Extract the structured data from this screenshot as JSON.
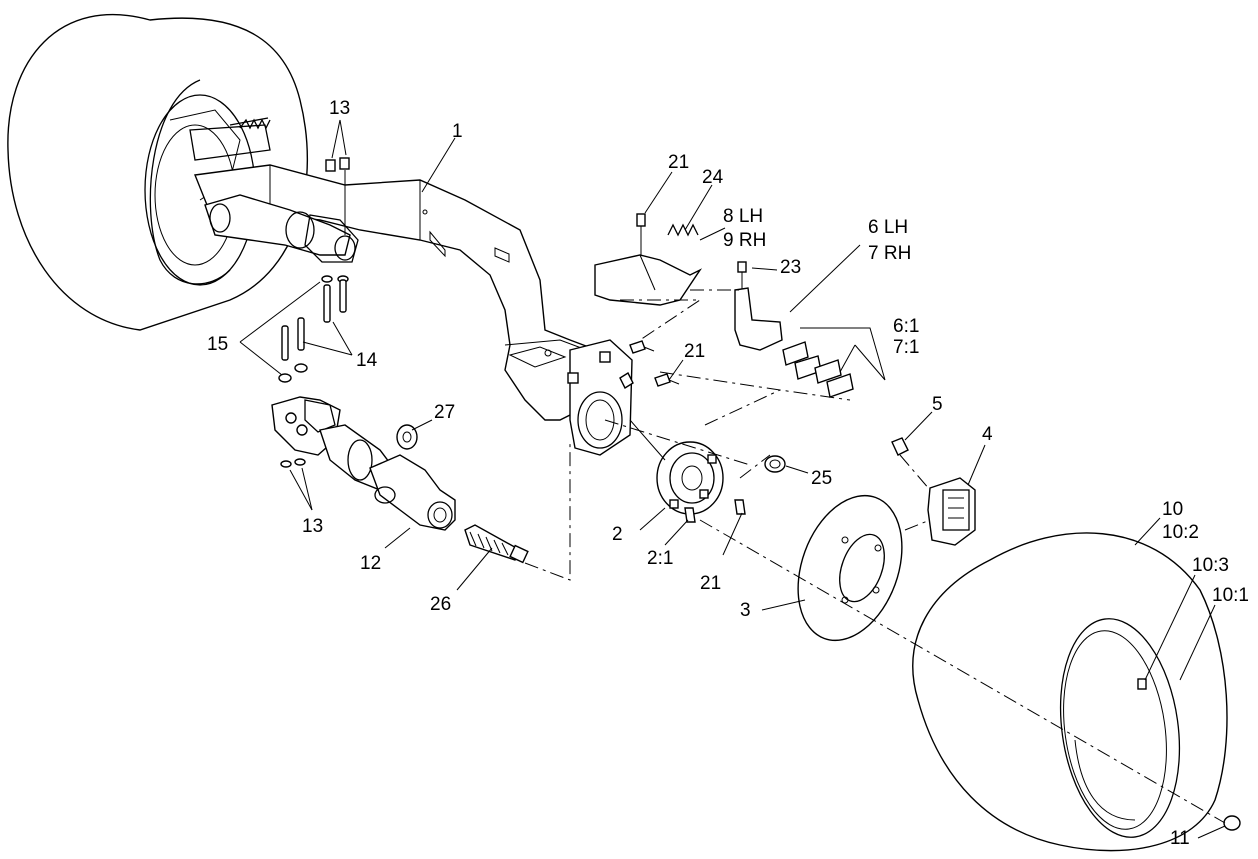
{
  "callouts": {
    "c1": "1",
    "c13_top": "13",
    "c15": "15",
    "c14": "14",
    "c27": "27",
    "c13_bot": "13",
    "c12": "12",
    "c26": "26",
    "c21_top": "21",
    "c24": "24",
    "c8": "8 LH",
    "c9": "9 RH",
    "c23": "23",
    "c6": "6 LH",
    "c7": "7 RH",
    "c6_1": "6:1",
    "c7_1": "7:1",
    "c21_mid": "21",
    "c5": "5",
    "c4": "4",
    "c25": "25",
    "c2": "2",
    "c2_1": "2:1",
    "c21_bot": "21",
    "c3": "3",
    "c10": "10",
    "c10_2": "10:2",
    "c10_3": "10:3",
    "c10_1": "10:1",
    "c11": "11"
  }
}
